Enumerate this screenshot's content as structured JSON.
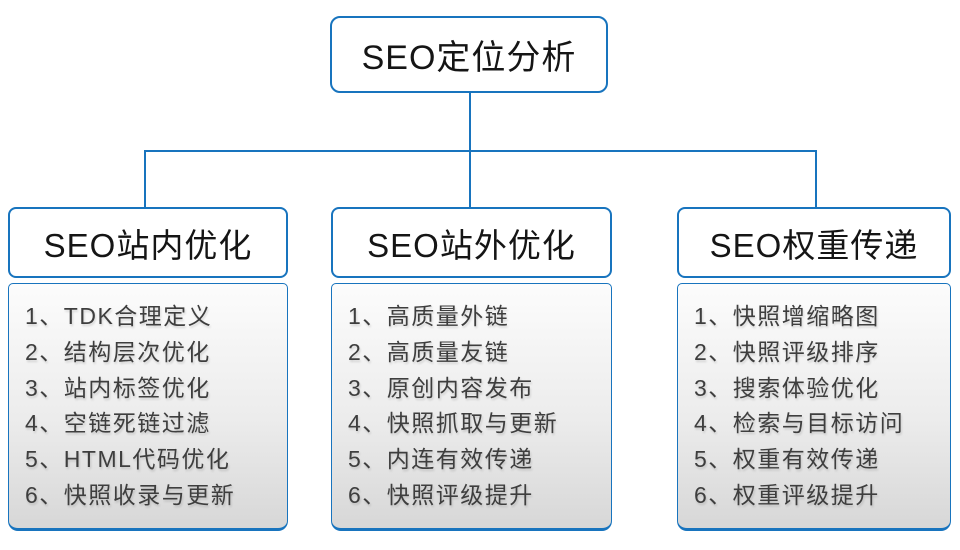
{
  "colors": {
    "accent": "#1874be",
    "list-text": "#3e3e3e",
    "title-text": "#151515",
    "list-bg-top": "#fcfcfc",
    "list-bg-mid": "#ececec",
    "list-bg-bottom": "#d7d7d7",
    "page-bg": "#ffffff"
  },
  "root": {
    "label": "SEO定位分析"
  },
  "branches": [
    {
      "label": "SEO站内优化",
      "items": [
        "1、TDK合理定义",
        "2、结构层次优化",
        "3、站内标签优化",
        "4、空链死链过滤",
        "5、HTML代码优化",
        "6、快照收录与更新"
      ]
    },
    {
      "label": "SEO站外优化",
      "items": [
        "1、高质量外链",
        "2、高质量友链",
        "3、原创内容发布",
        "4、快照抓取与更新",
        "5、内连有效传递",
        "6、快照评级提升"
      ]
    },
    {
      "label": "SEO权重传递",
      "items": [
        "1、快照增缩略图",
        "2、快照评级排序",
        "3、搜索体验优化",
        "4、检索与目标访问",
        "5、权重有效传递",
        "6、权重评级提升"
      ]
    }
  ]
}
